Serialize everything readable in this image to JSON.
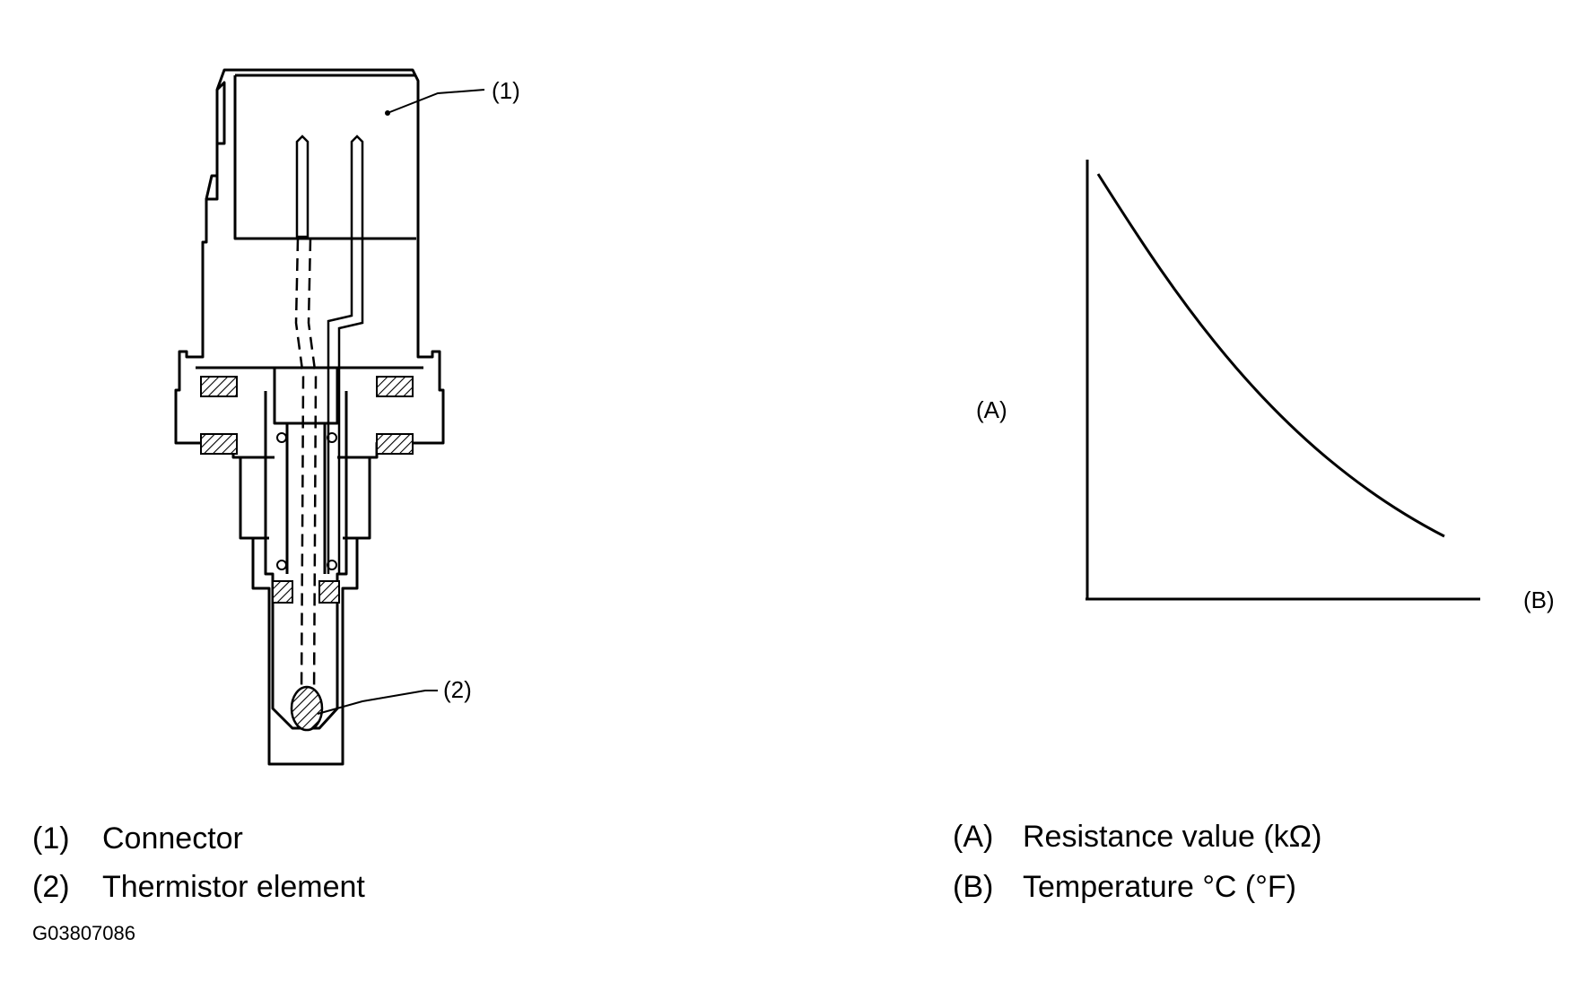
{
  "sensor": {
    "callout_1": "(1)",
    "callout_2": "(2)"
  },
  "graph": {
    "y_label": "(A)",
    "x_label": "(B)"
  },
  "legend_left": [
    {
      "key": "(1)",
      "text": "Connector"
    },
    {
      "key": "(2)",
      "text": "Thermistor element"
    }
  ],
  "legend_right": [
    {
      "key": "(A)",
      "text": "Resistance value (kΩ)"
    },
    {
      "key": "(B)",
      "text": "Temperature °C (°F)"
    }
  ],
  "figure_id": "G03807086"
}
